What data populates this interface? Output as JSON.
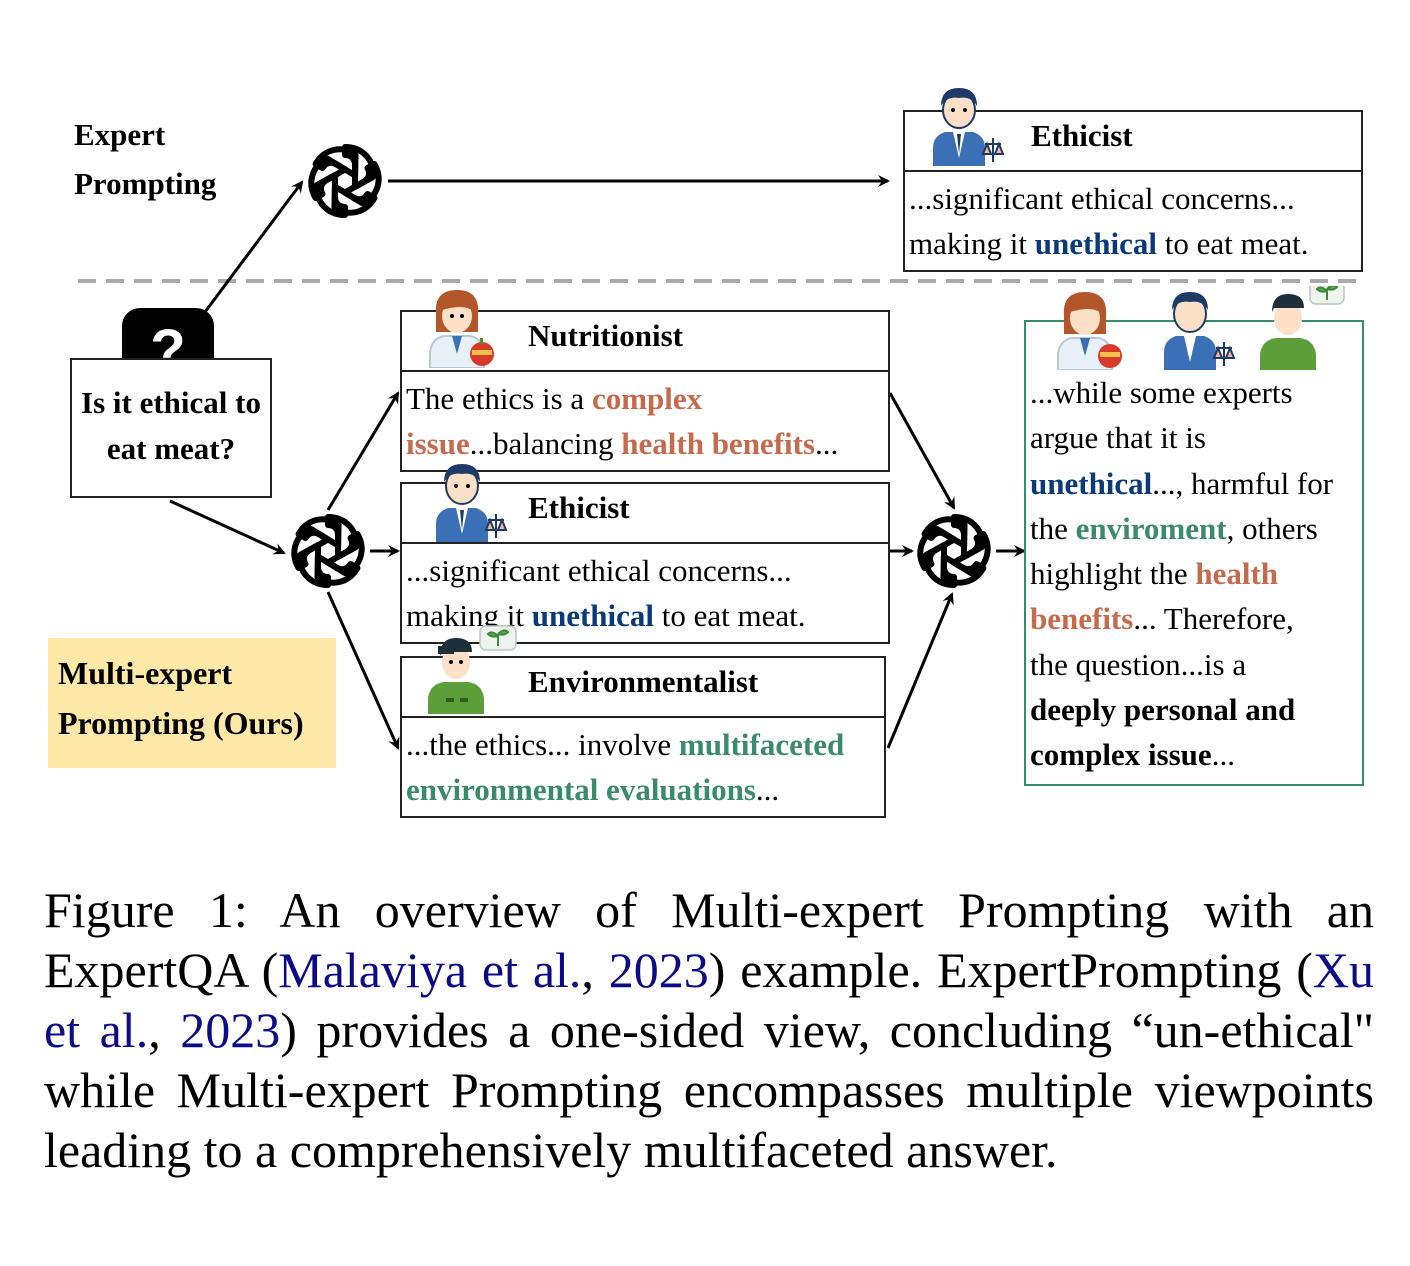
{
  "expert_label": [
    "Expert",
    "Prompting"
  ],
  "question": "Is it ethical to eat meat?",
  "question_icon": "question-bubble-icon",
  "ours_label": [
    "Multi-expert",
    "Prompting (Ours)"
  ],
  "top_box": {
    "title": "Ethicist",
    "line1": "...significant ethical concerns...",
    "line2_pre": "making it ",
    "line2_kw": "unethical",
    "line2_post": " to eat meat."
  },
  "nutritionist": {
    "title": "Nutritionist",
    "p1": "The ethics is a ",
    "k1": "complex",
    "k2": "issue",
    "p2": "...balancing ",
    "k3": "health benefits",
    "p3": "..."
  },
  "ethicist": {
    "title": "Ethicist",
    "line1": "...significant ethical concerns...",
    "line2_pre": "making it ",
    "line2_kw": "unethical",
    "line2_post": " to eat meat."
  },
  "environmentalist": {
    "title": "Environmentalist",
    "p1": "...the ethics... involve ",
    "k1": "multifaceted",
    "k2": "environmental evaluations",
    "p2": "..."
  },
  "answer": {
    "l1": "...while some experts",
    "l2": "argue that it is",
    "l3_kw": "unethical",
    "l3_post": "..., harmful for",
    "l4_pre": "the ",
    "l4_kw": "enviroment",
    "l4_post": ", others",
    "l5_pre": "highlight the ",
    "l5_kw": "health",
    "l6_kw": "benefits",
    "l6_post": "... Therefore,",
    "l7": "the question...is a",
    "l8": "deeply personal and",
    "l9_kw": "complex issue",
    "l9_post": "..."
  },
  "caption": {
    "label": "Figure 1:",
    "t1": " An overview of Multi-expert Prompting with an ExpertQA (",
    "c1": "Malaviya et al.",
    "t2": ", ",
    "c1y": "2023",
    "t3": ") example. ExpertPrompting (",
    "c2": "Xu et al.",
    "t4": ", ",
    "c2y": "2023",
    "t5": ") provides a one-sided view, concluding “un-ethical\" while Multi-expert Prompting encompasses multiple viewpoints leading to a comprehensively multifaceted answer."
  },
  "colors": {
    "orange": "#c66a4e",
    "blue": "#0b3a7a",
    "green": "#3a8a6c",
    "highlight": "#fde8a8"
  },
  "icons": [
    "openai-logo-icon",
    "doctor-avatar-icon",
    "ethicist-avatar-icon",
    "environmentalist-avatar-icon",
    "arrow-icon"
  ]
}
